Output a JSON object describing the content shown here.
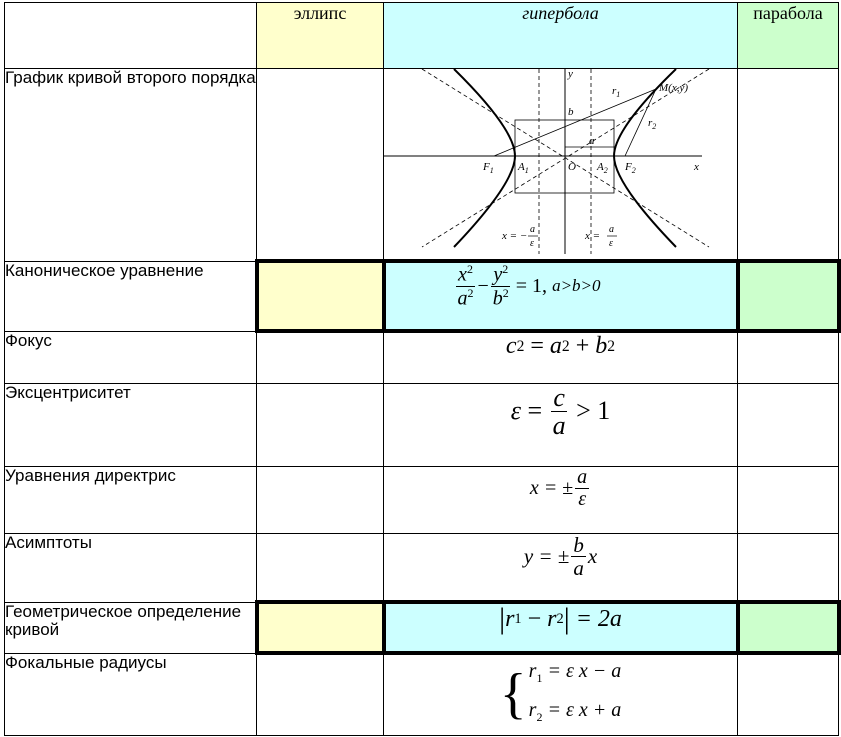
{
  "header": {
    "ellipse": "эллипс",
    "hyperbola": "гипербола",
    "parabola": "парабола"
  },
  "rows": {
    "graph": "График кривой второго порядка",
    "canonical": "Каноническое уравнение",
    "focus": "Фокус",
    "eccentricity": "Эксцентриситет",
    "directrix": "Уравнения директрис",
    "asymptotes": "Асимптоты",
    "geometric": "Геометрическое определение кривой",
    "focal_radii": "Фокальные радиусы"
  },
  "graph_labels": {
    "M": "M(x,y)",
    "r1": "r",
    "r1_sub": "1",
    "r2": "r",
    "r2_sub": "2",
    "b": "b",
    "a": "a",
    "F1": "F",
    "F1_sub": "1",
    "A1": "A",
    "A1_sub": "1",
    "O": "O",
    "A2": "A",
    "A2_sub": "2",
    "F2": "F",
    "F2_sub": "2",
    "x_axis": "x",
    "y_axis": "y",
    "dir_left_lhs": "x = −",
    "dir_left_num": "a",
    "dir_left_den": "ε",
    "dir_right_lhs": "x = ",
    "dir_right_num": "a",
    "dir_right_den": "ε"
  },
  "formulas": {
    "canonical": {
      "x": "x",
      "two1": "2",
      "a": "a",
      "two2": "2",
      "minus": "−",
      "y": "y",
      "two3": "2",
      "b": "b",
      "two4": "2",
      "rhs": "= 1,",
      "cond": "a>b>0"
    },
    "focus": {
      "c": "c",
      "p1": "2",
      "eq": " = ",
      "a": "a",
      "p2": "2",
      "plus": " + ",
      "b": "b",
      "p3": "2"
    },
    "eccentricity": {
      "eps": "ε",
      "eq": " = ",
      "c": "c",
      "a": "a",
      "gt": " > 1"
    },
    "directrix": {
      "lhs": "x = ±",
      "a": "a",
      "eps": "ε"
    },
    "asymptotes": {
      "lhs": "y = ±",
      "b": "b",
      "a": "a",
      "x": "x"
    },
    "geometric": {
      "open": "|",
      "r1": "r",
      "s1": "1",
      "minus": " − ",
      "r2": "r",
      "s2": "2",
      "close": "|",
      "rhs": " = 2a"
    },
    "focal": {
      "r1": "r",
      "s1": "1",
      "eq1": " = ε x − a",
      "r2": "r",
      "s2": "2",
      "eq2": " = ε x + a"
    }
  },
  "colors": {
    "ellipse_bg": "#ffffcc",
    "hyperbola_bg": "#ccffff",
    "parabola_bg": "#ccffcc"
  }
}
